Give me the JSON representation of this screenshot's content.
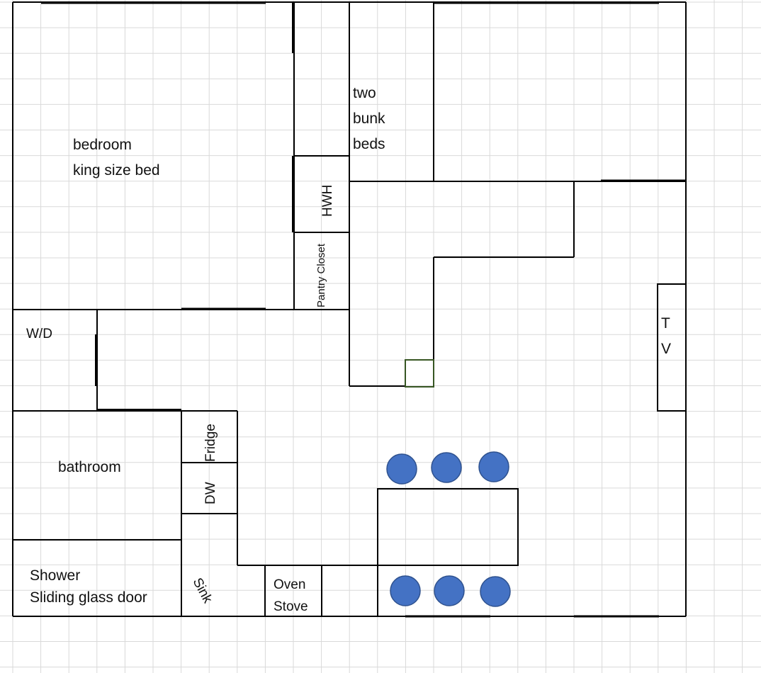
{
  "plan": {
    "rooms": {
      "bedroom_line1": "bedroom",
      "bedroom_line2": "king size bed",
      "bunks_line1": "two",
      "bunks_line2": "bunk",
      "bunks_line3": "beds",
      "hwh": "HWH",
      "pantry": "Pantry Closet",
      "wd": "W/D",
      "bathroom": "bathroom",
      "shower_line1": "Shower",
      "shower_line2": "Sliding glass door",
      "fridge": "Fridge",
      "dw": "DW",
      "sink": "Sink",
      "oven": "Oven",
      "stove": "Stove",
      "tv_t": "T",
      "tv_v": "V"
    },
    "colors": {
      "wall": "#000000",
      "grid": "#d9d9d9",
      "stool": "#4472c4",
      "stool_outline": "#2f528f",
      "marker": "#375623"
    },
    "stool_count": 6
  }
}
